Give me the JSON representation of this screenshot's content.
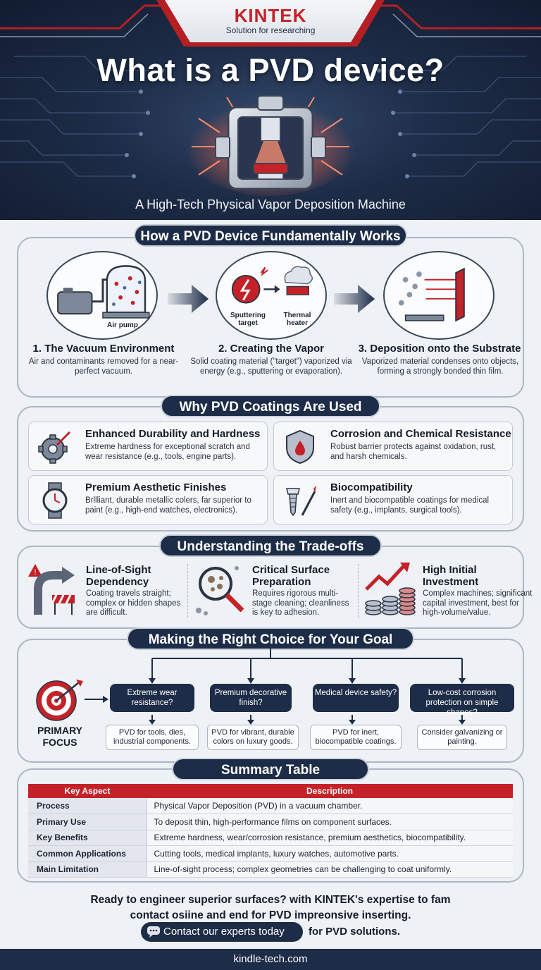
{
  "brand": {
    "name": "KINTEK",
    "tagline": "Solution for researching"
  },
  "hero": {
    "title": "What is a PVD device?",
    "subtitle": "A High-Tech Physical Vapor Deposition Machine"
  },
  "how_it_works": {
    "heading": "How a PVD Device Fundamentally Works",
    "steps": [
      {
        "title": "1. The Vacuum Environment",
        "desc": "Air and contaminants removed for a near-perfect vacuum.",
        "icon_label": "Air pump",
        "icon": "vacuum-pump-icon"
      },
      {
        "title": "2. Creating the Vapor",
        "desc": "Solid coating material (\"target\") vaporized via energy (e.g., sputtering or evaporation).",
        "icon_labels": [
          "Sputtering target",
          "Thermal heater"
        ],
        "icon": "vapor-source-icon"
      },
      {
        "title": "3. Deposition onto the Substrate",
        "desc": "Vaporized material condenses onto objects, forming a strongly bonded thin film.",
        "icon": "deposition-icon"
      }
    ]
  },
  "why_used": {
    "heading": "Why PVD Coatings Are Used",
    "cards": [
      {
        "title": "Enhanced Durability and Hardness",
        "desc": "Extreme hardness for exceptional scratch and wear resistance (e.g., tools, engine parts).",
        "icon": "gear-drill-icon"
      },
      {
        "title": "Corrosion and Chemical Resistance",
        "desc": "Robust barrier protects against oxidation, rust, and harsh chemicals.",
        "icon": "shield-drop-icon"
      },
      {
        "title": "Premium Aesthetic Finishes",
        "desc": "Brllliant, durable metallic colers, far superior to paint (e.g., high-end watches, electronics).",
        "icon": "watch-icon"
      },
      {
        "title": "Biocompatibility",
        "desc": "Inert and biocompatible coatings for medical safety (e.g., implants, surgical tools).",
        "icon": "implant-scalpel-icon"
      }
    ]
  },
  "tradeoffs": {
    "heading": "Understanding the Trade-offs",
    "items": [
      {
        "title": "Line-of-Sight Dependency",
        "desc": "Coating travels straight; complex or hidden shapes are difficult.",
        "icon": "curved-arrow-warning-icon"
      },
      {
        "title": "Critical Surface Preparation",
        "desc": "Requires rigorous multi-stage cleaning; cleanliness is key to adhesion.",
        "icon": "magnifier-icon"
      },
      {
        "title": "High Initial Investment",
        "desc": "Complex machines; significant capital investment, best for high-volume/value.",
        "icon": "coins-chart-icon"
      }
    ]
  },
  "choice": {
    "heading": "Making the Right Choice for Your Goal",
    "focus_label": "PRIMARY FOCUS",
    "options": [
      {
        "question": "Extreme wear resistance?",
        "answer": "PVD for tools, dies, industrial components."
      },
      {
        "question": "Premium decorative finish?",
        "answer": "PVD for vibrant, durable colors on luxury goods."
      },
      {
        "question": "Medical device safety?",
        "answer": "PVD for inert, biocompatible coatings."
      },
      {
        "question": "Low-cost corrosion protection on simple shapes?",
        "answer": "Consider galvanizing or painting."
      }
    ]
  },
  "summary": {
    "heading": "Summary Table",
    "columns": [
      "Key Aspect",
      "Description"
    ],
    "rows": [
      {
        "aspect": "Process",
        "description": "Physical Vapor Deposition (PVD) in a vacuum chamber."
      },
      {
        "aspect": "Primary Use",
        "description": "To deposit thin, high-performance films on component surfaces."
      },
      {
        "aspect": "Key Benefits",
        "description": "Extreme hardness, wear/corrosion resistance, premium aesthetics, biocompatibility."
      },
      {
        "aspect": "Common Applications",
        "description": "Cutting tools, medical implants, luxury watches, automotive parts."
      },
      {
        "aspect": "Main Limitation",
        "description": "Line-of-sight process; complex geometries can be challenging to coat uniformly."
      }
    ]
  },
  "cta": {
    "line1": "Ready to engineer superior surfaces? with KINTEK's expertise to fam",
    "line2": "contact osiine and end for PVD impreonsive inserting.",
    "button_label": "Contact our experts today",
    "after_button": "for PVD solutions."
  },
  "footer": {
    "url": "kindle-tech.com"
  },
  "colors": {
    "navy": "#1d2c47",
    "accent_red": "#c42228",
    "background": "#eef1f5"
  }
}
